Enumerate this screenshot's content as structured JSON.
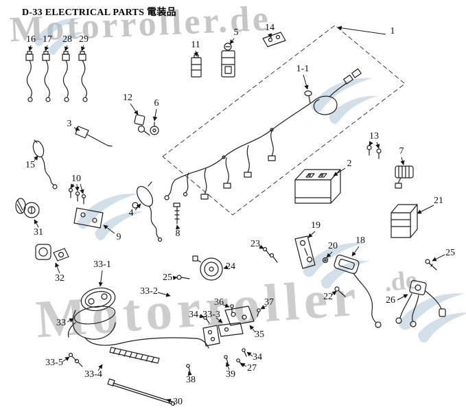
{
  "header": {
    "title": "D-33 ELECTRICAL PARTS 電装品"
  },
  "watermarks": {
    "top": "Motorroller.de",
    "middle": "Motorroller",
    "suffix": ".de"
  },
  "part_labels": [
    {
      "text": "16"
    },
    {
      "text": "17"
    },
    {
      "text": "28"
    },
    {
      "text": "29"
    },
    {
      "text": "11"
    },
    {
      "text": "5"
    },
    {
      "text": "14"
    },
    {
      "text": "1"
    },
    {
      "text": "1-1"
    },
    {
      "text": "12"
    },
    {
      "text": "6"
    },
    {
      "text": "3"
    },
    {
      "text": "13"
    },
    {
      "text": "7"
    },
    {
      "text": "2"
    },
    {
      "text": "15"
    },
    {
      "text": "10"
    },
    {
      "text": "21"
    },
    {
      "text": "31"
    },
    {
      "text": "4"
    },
    {
      "text": "8"
    },
    {
      "text": "9"
    },
    {
      "text": "19"
    },
    {
      "text": "23"
    },
    {
      "text": "18"
    },
    {
      "text": "20"
    },
    {
      "text": "25"
    },
    {
      "text": "32"
    },
    {
      "text": "33-1"
    },
    {
      "text": "24"
    },
    {
      "text": "25"
    },
    {
      "text": "22"
    },
    {
      "text": "26"
    },
    {
      "text": "33-2"
    },
    {
      "text": "36"
    },
    {
      "text": "37"
    },
    {
      "text": "34"
    },
    {
      "text": "33-3"
    },
    {
      "text": "33"
    },
    {
      "text": "35"
    },
    {
      "text": "34"
    },
    {
      "text": "27"
    },
    {
      "text": "33-5"
    },
    {
      "text": "33-4"
    },
    {
      "text": "38"
    },
    {
      "text": "39"
    },
    {
      "text": "30"
    }
  ]
}
